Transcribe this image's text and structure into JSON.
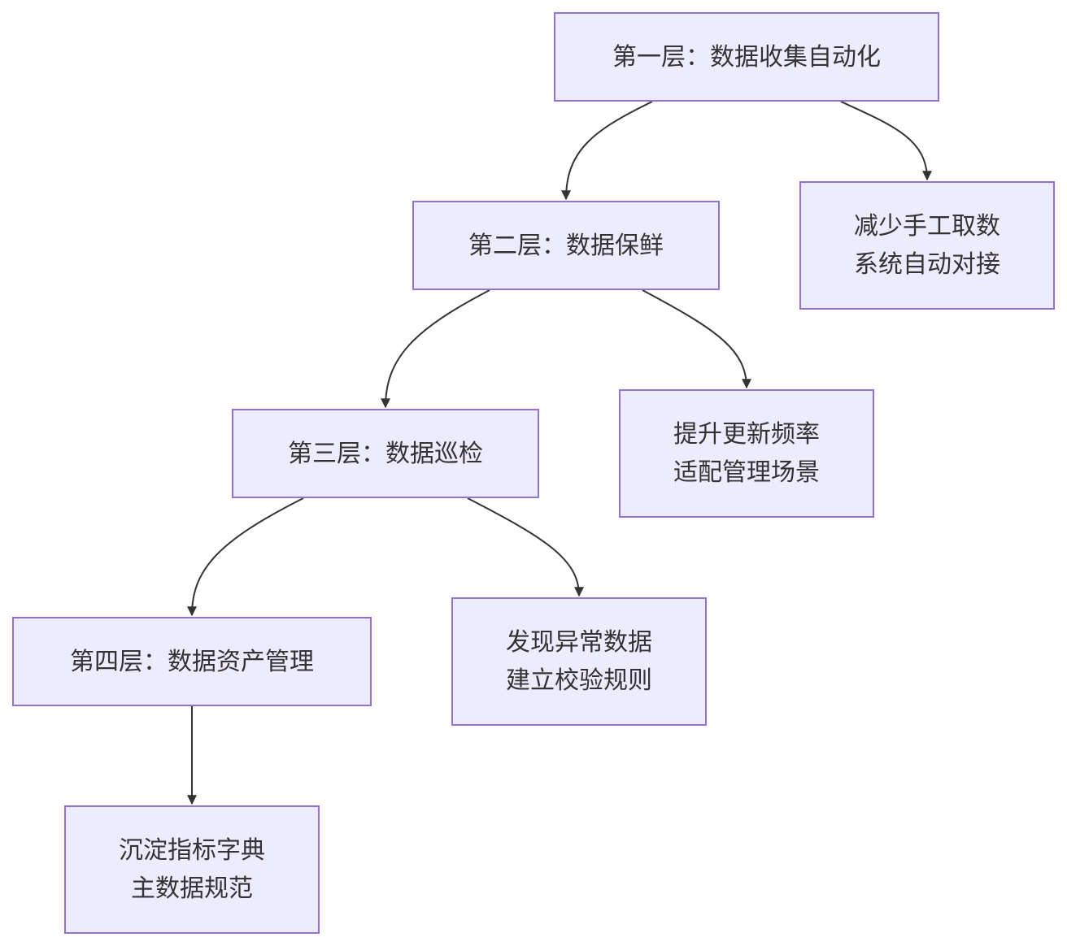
{
  "nodes": {
    "layer1": {
      "label": "第一层：数据收集自动化"
    },
    "layer2": {
      "label": "第二层：数据保鲜"
    },
    "layer3": {
      "label": "第三层：数据巡检"
    },
    "layer4": {
      "label": "第四层：数据资产管理"
    },
    "benefit1": {
      "line1": "减少手工取数",
      "line2": "系统自动对接"
    },
    "benefit2": {
      "line1": "提升更新频率",
      "line2": "适配管理场景"
    },
    "benefit3": {
      "line1": "发现异常数据",
      "line2": "建立校验规则"
    },
    "benefit4": {
      "line1": "沉淀指标字典",
      "line2": "主数据规范"
    }
  },
  "edges": [
    {
      "from": "layer1",
      "to": "layer2"
    },
    {
      "from": "layer1",
      "to": "benefit1"
    },
    {
      "from": "layer2",
      "to": "layer3"
    },
    {
      "from": "layer2",
      "to": "benefit2"
    },
    {
      "from": "layer3",
      "to": "layer4"
    },
    {
      "from": "layer3",
      "to": "benefit3"
    },
    {
      "from": "layer4",
      "to": "benefit4"
    }
  ],
  "colors": {
    "node_fill": "#ececfe",
    "node_border": "#9370db",
    "edge": "#333333",
    "text": "#333333"
  }
}
